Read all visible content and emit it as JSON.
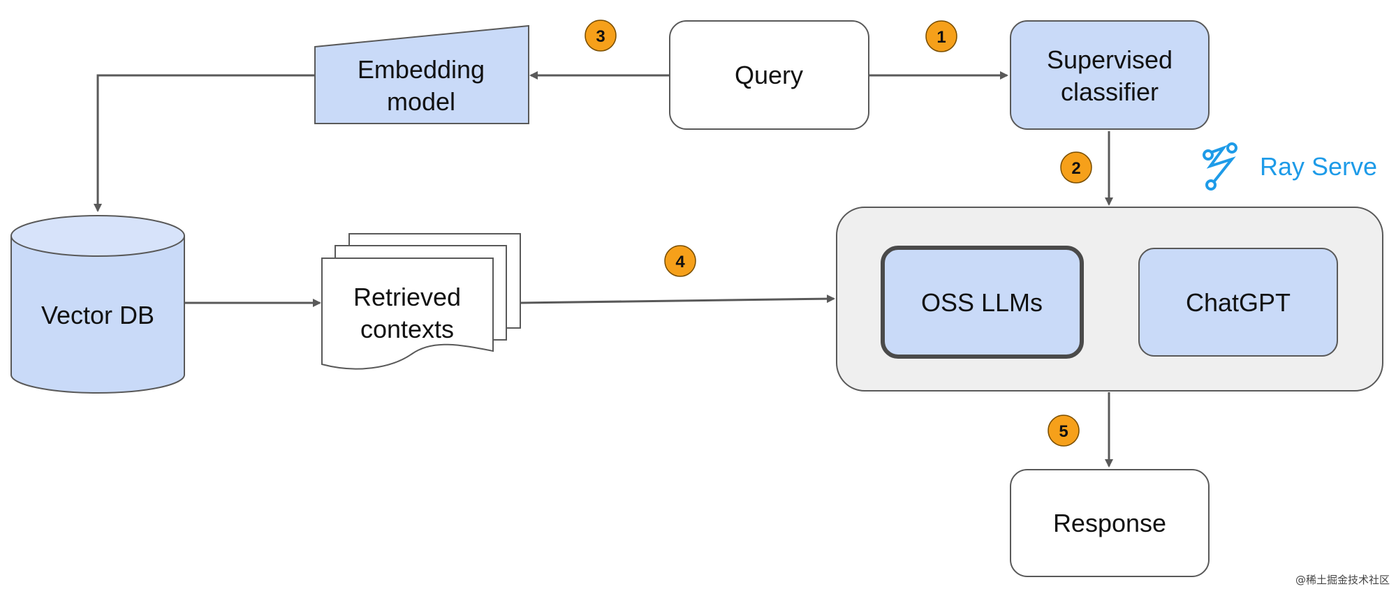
{
  "nodes": {
    "query": "Query",
    "embedding_model": [
      "Embedding",
      "model"
    ],
    "supervised_classifier": [
      "Supervised",
      "classifier"
    ],
    "vector_db": "Vector DB",
    "retrieved_contexts": [
      "Retrieved",
      "contexts"
    ],
    "oss_llms": "OSS LLMs",
    "chatgpt": "ChatGPT",
    "response": "Response"
  },
  "steps": [
    "1",
    "2",
    "3",
    "4",
    "5"
  ],
  "brand": {
    "name": "Ray Serve",
    "color": "#1e9be8"
  },
  "watermark": "@稀土掘金技术社区",
  "colors": {
    "node_fill": "#c9daf8",
    "plain_fill": "#ffffff",
    "group_fill": "#efefef",
    "stroke": "#595959",
    "badge": "#f6a01a",
    "arrow": "#595959"
  }
}
